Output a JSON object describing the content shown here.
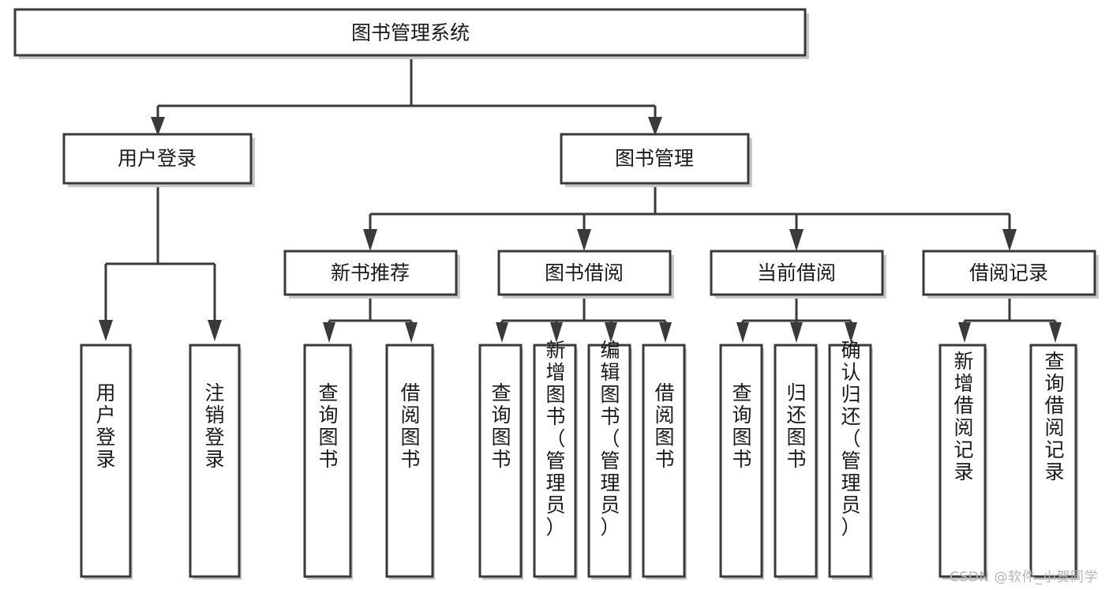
{
  "diagram": {
    "type": "tree",
    "title": "图书管理系统",
    "watermark": "CSDN @软件_小贺同学",
    "colors": {
      "box_stroke": "#3a3a3a",
      "box_fill": "#ffffff",
      "connector": "#3a3a3a",
      "text": "#1a1a1a",
      "watermark": "#b4b4b4",
      "background": "#ffffff"
    },
    "nodes": {
      "root": {
        "label": "图书管理系统"
      },
      "level2": [
        {
          "id": "user-login",
          "label": "用户登录"
        },
        {
          "id": "book-manage",
          "label": "图书管理"
        }
      ],
      "level3": [
        {
          "id": "new-book-rec",
          "label": "新书推荐"
        },
        {
          "id": "book-borrow",
          "label": "图书借阅"
        },
        {
          "id": "current-borrow",
          "label": "当前借阅"
        },
        {
          "id": "borrow-record",
          "label": "借阅记录"
        }
      ],
      "leaves": {
        "user-login": [
          {
            "id": "leaf-user-login",
            "label": "用户登录"
          },
          {
            "id": "leaf-logout",
            "label": "注销登录"
          }
        ],
        "new-book-rec": [
          {
            "id": "leaf-query-book-1",
            "label": "查询图书"
          },
          {
            "id": "leaf-borrow-book-1",
            "label": "借阅图书"
          }
        ],
        "book-borrow": [
          {
            "id": "leaf-query-book-2",
            "label": "查询图书"
          },
          {
            "id": "leaf-add-book",
            "label": "新增图书（管理员）"
          },
          {
            "id": "leaf-edit-book",
            "label": "编辑图书（管理员）"
          },
          {
            "id": "leaf-borrow-book-2",
            "label": "借阅图书"
          }
        ],
        "current-borrow": [
          {
            "id": "leaf-query-book-3",
            "label": "查询图书"
          },
          {
            "id": "leaf-return-book",
            "label": "归还图书"
          },
          {
            "id": "leaf-confirm-return",
            "label": "确认归还（管理员）"
          }
        ],
        "borrow-record": [
          {
            "id": "leaf-add-record",
            "label": "新增借阅记录"
          },
          {
            "id": "leaf-query-record",
            "label": "查询借阅记录"
          }
        ]
      }
    }
  }
}
